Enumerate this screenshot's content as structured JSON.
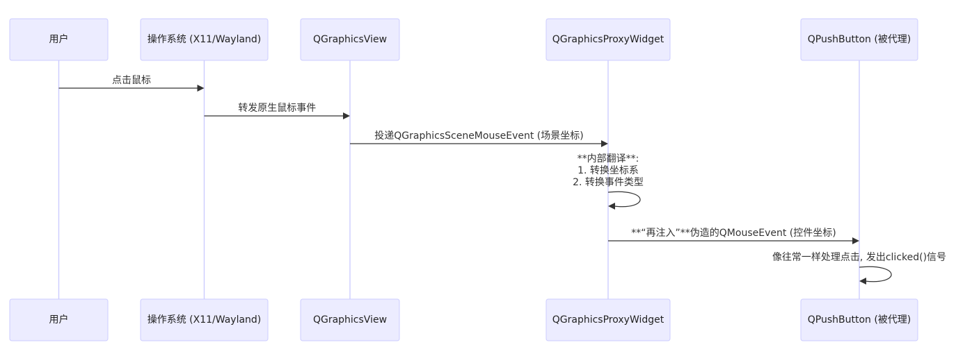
{
  "diagram": {
    "type": "sequence",
    "participants": [
      {
        "id": "user",
        "label": "用户"
      },
      {
        "id": "os",
        "label": "操作系统 (X11/Wayland)"
      },
      {
        "id": "view",
        "label": "QGraphicsView"
      },
      {
        "id": "proxy",
        "label": "QGraphicsProxyWidget"
      },
      {
        "id": "button",
        "label": "QPushButton (被代理)"
      }
    ],
    "messages": [
      {
        "from": "user",
        "to": "os",
        "lines": [
          "点击鼠标"
        ]
      },
      {
        "from": "os",
        "to": "view",
        "lines": [
          "转发原生鼠标事件"
        ]
      },
      {
        "from": "view",
        "to": "proxy",
        "lines": [
          "投递QGraphicsSceneMouseEvent (场景坐标)"
        ]
      },
      {
        "from": "proxy",
        "to": "proxy",
        "lines": [
          "**内部翻译**:",
          "1. 转换坐标系",
          "2. 转换事件类型"
        ]
      },
      {
        "from": "proxy",
        "to": "button",
        "lines": [
          "**“再注入”**伪造的QMouseEvent (控件坐标)"
        ]
      },
      {
        "from": "button",
        "to": "button",
        "lines": [
          "像往常一样处理点击, 发出clicked()信号"
        ]
      }
    ],
    "colors": {
      "actor_fill": "#ECECFF",
      "actor_border": "#CCCCFF",
      "lifeline": "#CCCCFF",
      "message": "#333333"
    }
  }
}
